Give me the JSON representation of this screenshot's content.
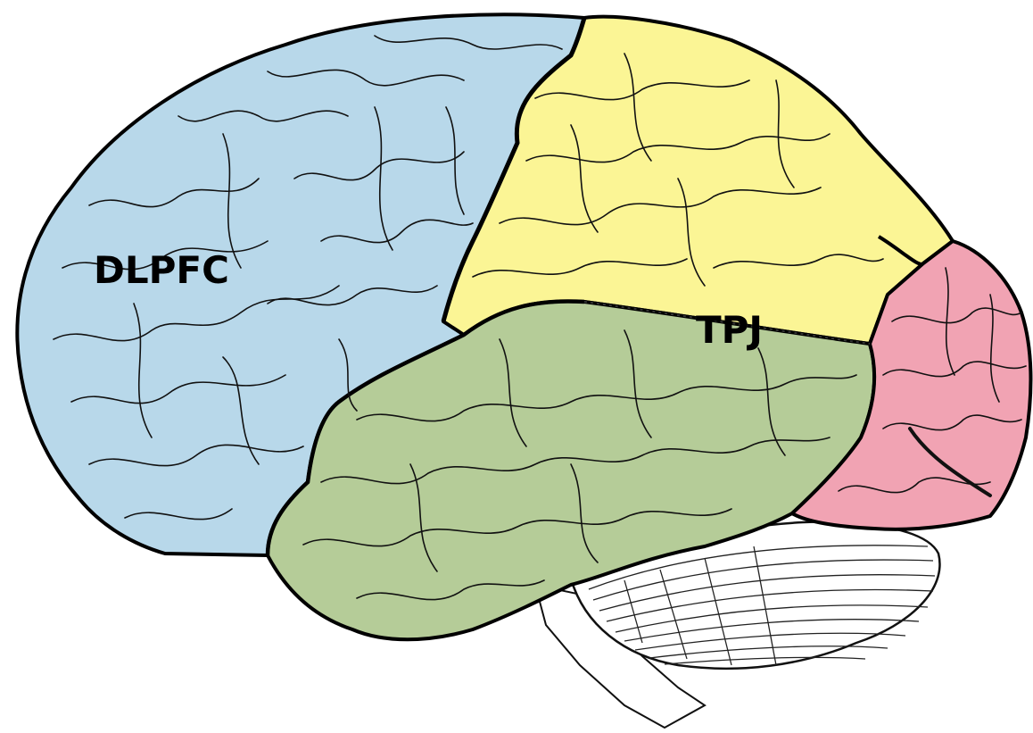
{
  "labels": {
    "dlpfc": "DLPFC",
    "tpj": "TPJ"
  },
  "regions": [
    {
      "id": "frontal-lobe",
      "color": "#b8d8ea"
    },
    {
      "id": "parietal-lobe",
      "color": "#fbf595"
    },
    {
      "id": "temporal-lobe",
      "color": "#b5cc98"
    },
    {
      "id": "occipital-lobe",
      "color": "#f1a3b3"
    },
    {
      "id": "cerebellum",
      "color": "#ffffff"
    }
  ]
}
